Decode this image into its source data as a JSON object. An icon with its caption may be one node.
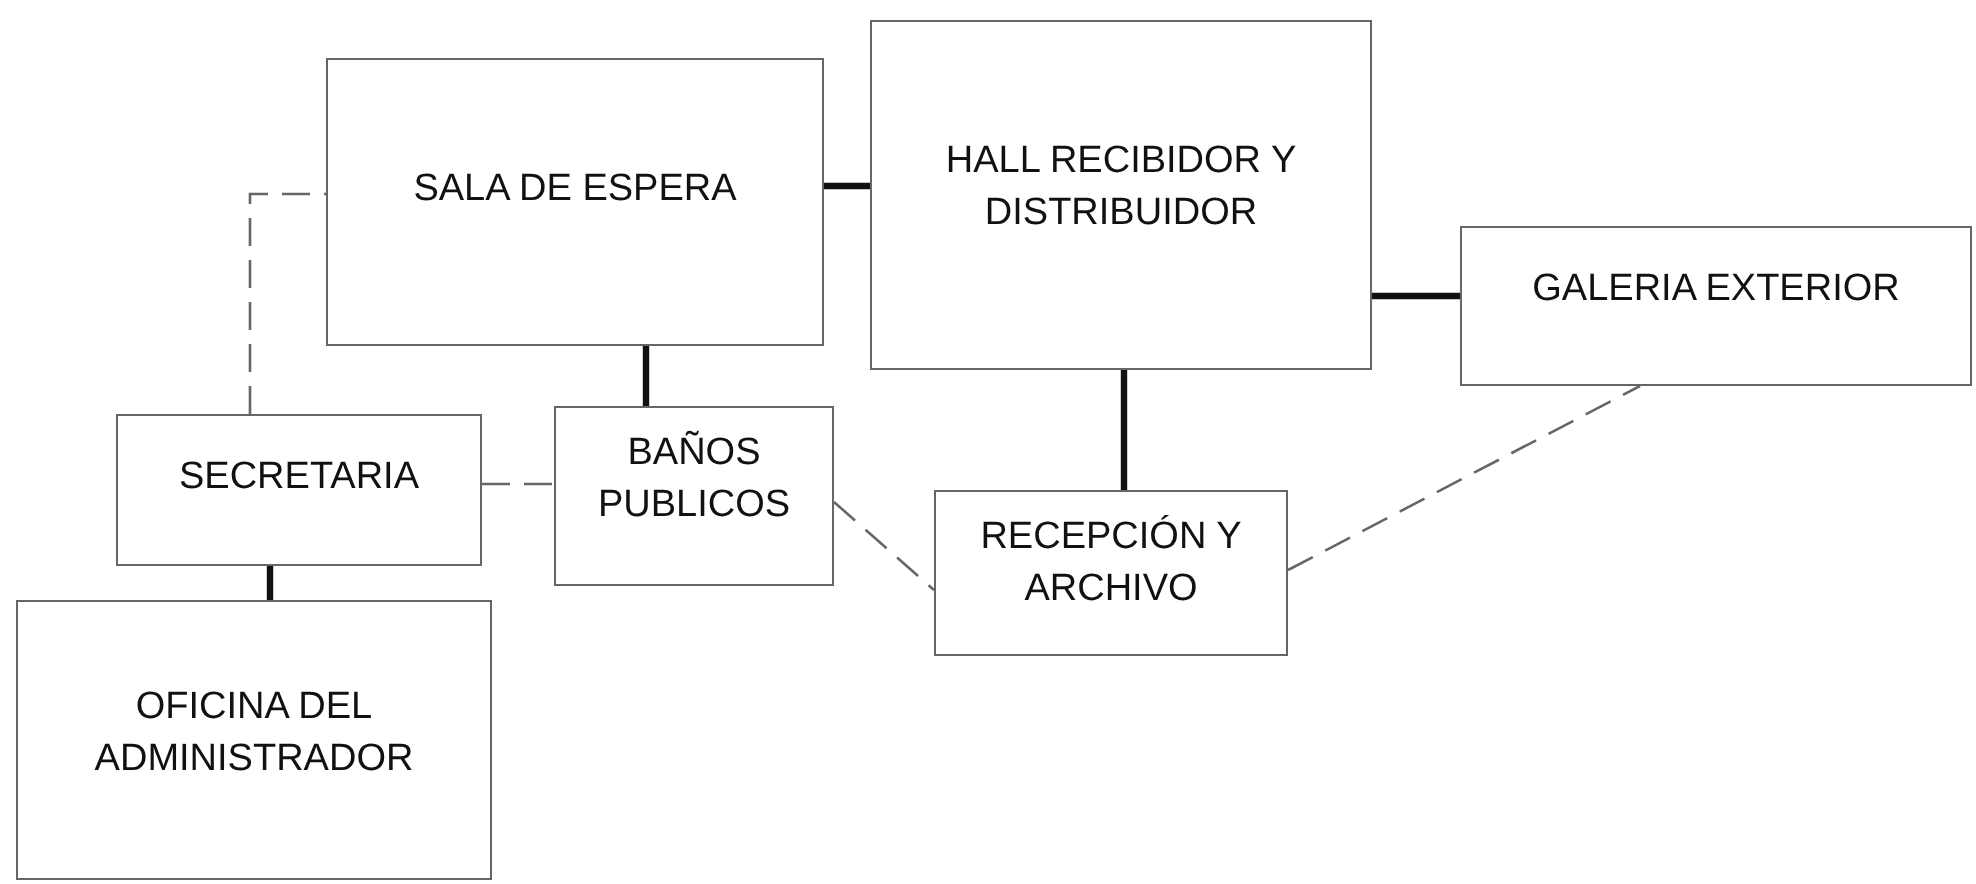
{
  "diagram": {
    "nodes": [
      {
        "text": [
          "SALA DE ESPERA"
        ]
      },
      {
        "text": [
          "HALL RECIBIDOR Y DISTRIBUIDOR"
        ]
      },
      {
        "text": [
          "GALERIA EXTERIOR"
        ]
      },
      {
        "text": [
          "SECRETARIA"
        ]
      },
      {
        "text": [
          "BAÑOS PUBLICOS"
        ]
      },
      {
        "text": [
          "RECEPCIÓN Y ARCHIVO"
        ]
      },
      {
        "text": [
          "OFICINA DEL ADMINISTRADOR"
        ]
      }
    ],
    "edges": [
      {
        "from": 0,
        "to": 1,
        "arrow": "none"
      },
      {
        "from": 0,
        "to": 4,
        "arrow": "none"
      },
      {
        "from": 1,
        "to": 5,
        "arrow": "none"
      },
      {
        "from": 1,
        "to": 2,
        "arrow": "none"
      },
      {
        "from": 3,
        "to": 0,
        "arrow": "none",
        "style": "dashed"
      },
      {
        "from": 3,
        "to": 4,
        "arrow": "none",
        "style": "dashed"
      },
      {
        "from": 3,
        "to": 6,
        "arrow": "none"
      },
      {
        "from": 4,
        "to": 5,
        "arrow": "none",
        "style": "dashed"
      },
      {
        "from": 5,
        "to": 2,
        "arrow": "none",
        "style": "dashed"
      }
    ]
  }
}
